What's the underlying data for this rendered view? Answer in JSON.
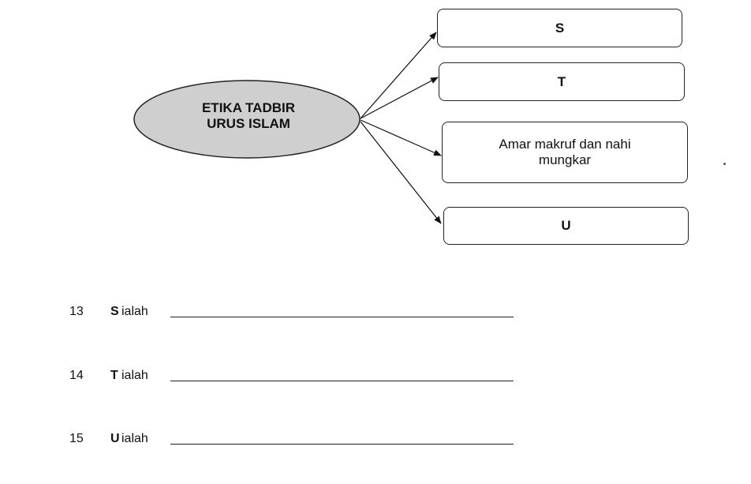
{
  "diagram": {
    "center": {
      "line1": "ETIKA TADBIR",
      "line2": "URUS ISLAM",
      "fill": "#cfcfcf"
    },
    "boxes": [
      {
        "id": "S",
        "text": "S"
      },
      {
        "id": "T",
        "text": "T"
      },
      {
        "id": "amar",
        "text": "Amar makruf dan nahi mungkar"
      },
      {
        "id": "U",
        "text": "U"
      }
    ]
  },
  "questions": [
    {
      "number": "13",
      "letter": "S",
      "word": "ialah"
    },
    {
      "number": "14",
      "letter": "T",
      "word": "ialah"
    },
    {
      "number": "15",
      "letter": "U",
      "word": "ialah"
    }
  ]
}
